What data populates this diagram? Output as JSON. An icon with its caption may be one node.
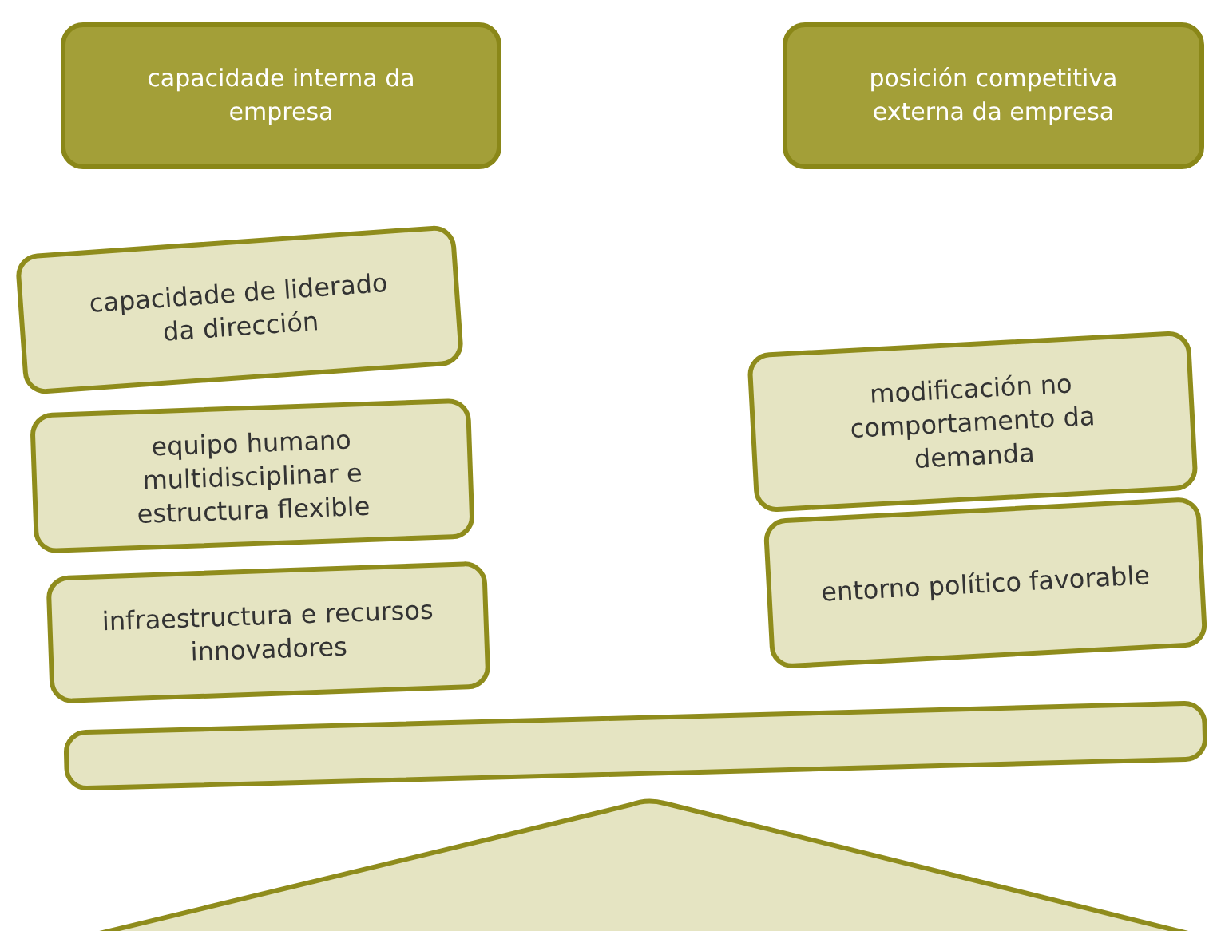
{
  "diagram": {
    "nodes": [
      {
        "text": [
          "capacidade interna da empresa"
        ]
      },
      {
        "text": [
          "posición competitiva externa da empresa"
        ]
      },
      {
        "text": [
          "capacidade de liderado da dirección"
        ]
      },
      {
        "text": [
          "equipo humano multidisciplinar e estructura flexible"
        ]
      },
      {
        "text": [
          "infraestructura e recursos innovadores"
        ]
      },
      {
        "text": [
          "modificación no comportamento da demanda"
        ]
      },
      {
        "text": [
          "entorno político favorable"
        ]
      },
      {
        "text": [],
        "shape": "bar"
      },
      {
        "text": [],
        "shape": "triangle"
      }
    ],
    "edges": []
  }
}
